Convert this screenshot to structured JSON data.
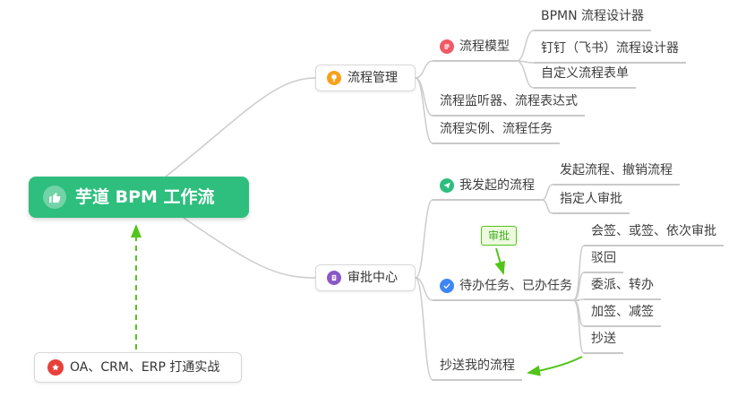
{
  "title": "芋道 BPM 工作流",
  "colors": {
    "root_bg": "#2ebe7e",
    "line_gray": "#cccccc",
    "arrow_green": "#52c41a",
    "icon_orange": "#f9a01b",
    "icon_red": "#ee5b66",
    "icon_purple": "#8a57c6",
    "icon_green": "#2ebe7e",
    "icon_blue": "#3e86f5",
    "icon_star_red": "#e8413c"
  },
  "root": {
    "label": "芋道 BPM 工作流",
    "icon": "thumbs-up-icon"
  },
  "branches": [
    {
      "label": "流程管理",
      "icon": "lightbulb-icon",
      "children": [
        {
          "label": "流程模型",
          "icon": "process-model-icon",
          "children": [
            {
              "label": "BPMN 流程设计器"
            },
            {
              "label": "钉钉（飞书）流程设计器"
            },
            {
              "label": "自定义流程表单"
            }
          ]
        },
        {
          "label": "流程监听器、流程表达式"
        },
        {
          "label": "流程实例、流程任务"
        }
      ]
    },
    {
      "label": "审批中心",
      "icon": "approval-center-icon",
      "children": [
        {
          "label": "我发起的流程",
          "icon": "my-initiated-icon",
          "children": [
            {
              "label": "发起流程、撤销流程"
            },
            {
              "label": "指定人审批"
            }
          ]
        },
        {
          "label": "待办任务、已办任务",
          "icon": "todo-done-icon",
          "children": [
            {
              "label": "会签、或签、依次审批"
            },
            {
              "label": "驳回"
            },
            {
              "label": "委派、转办"
            },
            {
              "label": "加签、减签"
            },
            {
              "label": "抄送"
            }
          ]
        },
        {
          "label": "抄送我的流程"
        }
      ]
    }
  ],
  "annotations": {
    "approval_tag": "审批",
    "practice_note": {
      "label": "OA、CRM、ERP 打通实战",
      "icon": "star-icon"
    }
  }
}
